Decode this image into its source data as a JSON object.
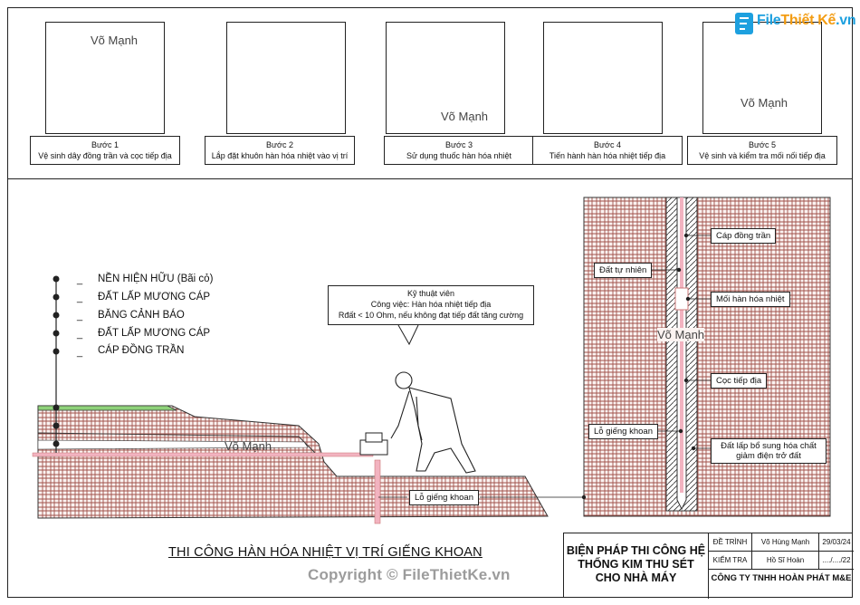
{
  "steps": [
    {
      "title": "Bước 1",
      "desc": "Vệ sinh dây đồng trần và cọc tiếp địa"
    },
    {
      "title": "Bước 2",
      "desc": "Lắp đặt khuôn hàn hóa nhiệt vào vị trí"
    },
    {
      "title": "Bước 3",
      "desc": "Sử dụng thuốc hàn hóa nhiệt"
    },
    {
      "title": "Bước 4",
      "desc": "Tiến hành hàn hóa nhiệt tiếp địa"
    },
    {
      "title": "Bước 5",
      "desc": "Vệ sinh và kiểm tra mối nối tiếp địa"
    }
  ],
  "watermark": "Võ Mạnh",
  "legend": [
    "NỀN HIỆN HỮU (Bãi cỏ)",
    "ĐẤT LẤP MƯƠNG CÁP",
    "BĂNG CẢNH BÁO",
    "ĐẤT LẤP MƯƠNG CÁP",
    "CÁP ĐỒNG TRẦN"
  ],
  "bubble": {
    "line1": "Kỹ thuật viên",
    "line2": "Công việc: Hàn hóa nhiệt tiếp địa",
    "line3": "Rđất < 10 Ohm, nếu không đạt tiếp đất tăng cường"
  },
  "section_labels": {
    "lo_gieng_khoan": "Lỗ giếng khoan",
    "cap_dong_tran": "Cáp đồng trần",
    "dat_tu_nhien": "Đất tự nhiên",
    "moi_han": "Mối hàn hóa nhiệt",
    "coc_tiep_dia": "Cọc tiếp địa",
    "dat_lap_bo_sung": "Đất lấp bổ sung hóa chất giảm điện trở đất"
  },
  "drawing_title": "THI CÔNG HÀN HÓA NHIỆT VỊ TRÍ GIẾNG KHOAN",
  "title_block": {
    "main": "BIỆN PHÁP THI CÔNG HỆ THỐNG KIM THU SÉT CHO NHÀ MÁY",
    "de_trinh_label": "ĐỀ TRÌNH",
    "de_trinh_name": "Võ Hùng Mạnh",
    "de_trinh_date": "29/03/24",
    "kiem_tra_label": "KIỂM TRA",
    "kiem_tra_name": "Hồ Sĩ Hoàn",
    "kiem_tra_date": "..../..../22",
    "company": "CÔNG TY TNHH HOÀN PHÁT M&E"
  },
  "logo": {
    "part1": "File",
    "part2": "Thiết Kế",
    "part3": ".vn"
  },
  "copyright": "Copyright © FileThietKe.vn",
  "colors": {
    "hatch": "#a0524a",
    "pink": "#f2b3c0",
    "grass": "#8fd27a",
    "logo": "#1da0df"
  }
}
